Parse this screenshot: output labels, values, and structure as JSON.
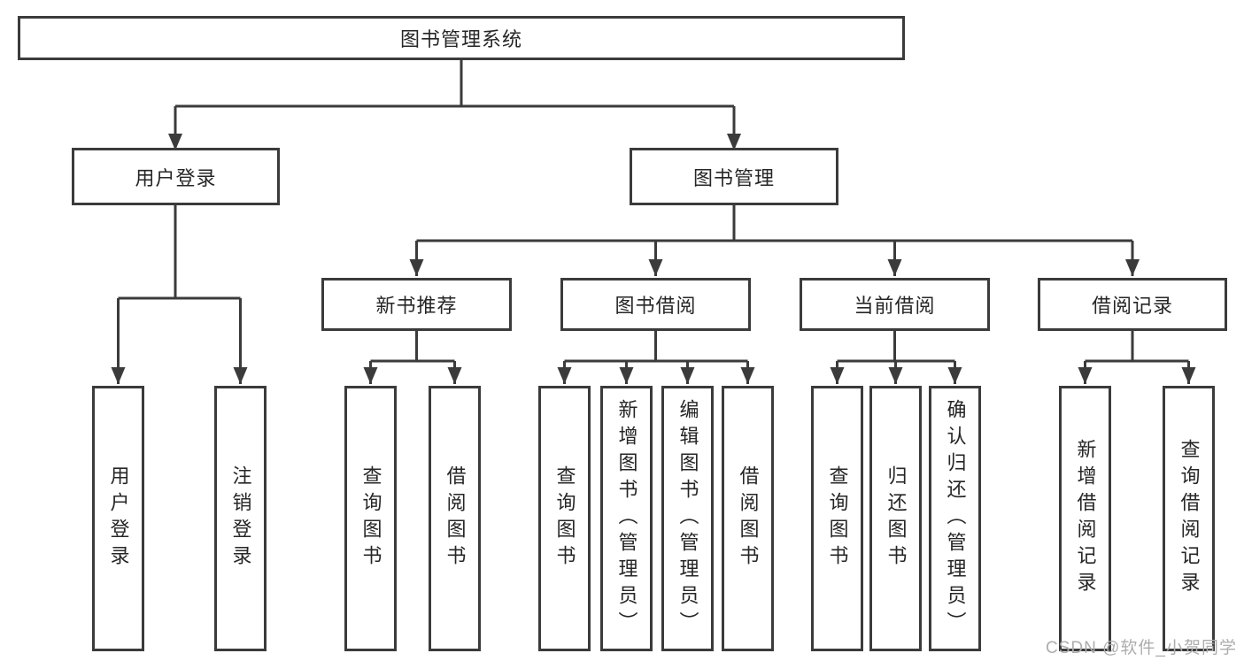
{
  "diagram": {
    "root": {
      "label": "图书管理系统"
    },
    "level2": [
      {
        "label": "用户登录"
      },
      {
        "label": "图书管理"
      }
    ],
    "level3": [
      {
        "label": "新书推荐"
      },
      {
        "label": "图书借阅"
      },
      {
        "label": "当前借阅"
      },
      {
        "label": "借阅记录"
      }
    ],
    "leaves": [
      {
        "label": "用户登录"
      },
      {
        "label": "注销登录"
      },
      {
        "label": "查询图书"
      },
      {
        "label": "借阅图书"
      },
      {
        "label": "查询图书"
      },
      {
        "label": "新增图书（管理员）"
      },
      {
        "label": "编辑图书（管理员）"
      },
      {
        "label": "借阅图书"
      },
      {
        "label": "查询图书"
      },
      {
        "label": "归还图书"
      },
      {
        "label": "确认归还（管理员）"
      },
      {
        "label": "新增借阅记录"
      },
      {
        "label": "查询借阅记录"
      }
    ]
  },
  "watermark": {
    "label": "CSDN @软件_小贺同学"
  },
  "colors": {
    "border": "#3b3b3b",
    "line": "#3b3b3b",
    "text": "#262626",
    "watermark": "#adadad",
    "background": "#ffffff"
  }
}
